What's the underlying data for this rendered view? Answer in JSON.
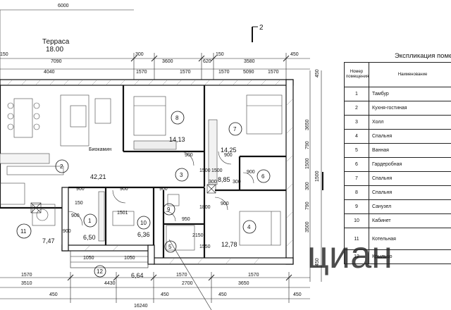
{
  "drawing": {
    "top_dims": {
      "overall": "6000",
      "terrace_label": "Терраса",
      "terrace_area": "18.00",
      "row1": [
        "300",
        "3600",
        "620",
        "150",
        "3580",
        "450"
      ],
      "row2": [
        "7090",
        "1570",
        "4040",
        "1570",
        "1570",
        "5090",
        "1570"
      ],
      "side_left": "150"
    },
    "bottom_dims": {
      "row1": [
        "1570",
        "1050",
        "1050",
        "1570",
        "1570"
      ],
      "row2": [
        "3510",
        "4430",
        "2700",
        "3650"
      ],
      "row3": [
        "450",
        "450",
        "450",
        "450"
      ],
      "total": "16240"
    },
    "right_dims": [
      "450",
      "3650",
      "790",
      "1500",
      "1500",
      "300",
      "790",
      "3500",
      "450"
    ],
    "inner_dims": [
      "900",
      "900",
      "900",
      "900",
      "900",
      "900",
      "900",
      "900",
      "1800",
      "1500",
      "2150",
      "1550",
      "1500",
      "300",
      "300",
      "150",
      "1501",
      "900",
      "950"
    ],
    "rooms": [
      {
        "number": "1",
        "area": "6,50"
      },
      {
        "number": "2",
        "area": "42,21"
      },
      {
        "number": "3",
        "area": "8,85"
      },
      {
        "number": "4",
        "area": "12,78"
      },
      {
        "number": "5",
        "area": ""
      },
      {
        "number": "6",
        "area": "14,25"
      },
      {
        "number": "7",
        "area": ""
      },
      {
        "number": "8",
        "area": "14,13"
      },
      {
        "number": "9",
        "area": ""
      },
      {
        "number": "10",
        "area": "6,36"
      },
      {
        "number": "11",
        "area": "7,47"
      },
      {
        "number": "12",
        "area": "6,64"
      }
    ],
    "labels": {
      "biokamin": "Биокамин",
      "section_mark": "2"
    }
  },
  "legend": {
    "title": "Экспликация поме",
    "col_number": "Номер помещения",
    "col_name": "Наименование",
    "rows": [
      {
        "n": "1",
        "name": "Тамбур"
      },
      {
        "n": "2",
        "name": "Кухня-гостиная"
      },
      {
        "n": "3",
        "name": "Холл"
      },
      {
        "n": "4",
        "name": "Спальня"
      },
      {
        "n": "5",
        "name": "Ванная"
      },
      {
        "n": "6",
        "name": "Гардеробная"
      },
      {
        "n": "7",
        "name": "Спальня"
      },
      {
        "n": "8",
        "name": "Спальня"
      },
      {
        "n": "9",
        "name": "Санузел"
      },
      {
        "n": "10",
        "name": "Кабинет"
      },
      {
        "n": "11",
        "name": "Котельная"
      },
      {
        "n": "12",
        "name": "Крыльцо"
      }
    ]
  },
  "watermark": "циан"
}
